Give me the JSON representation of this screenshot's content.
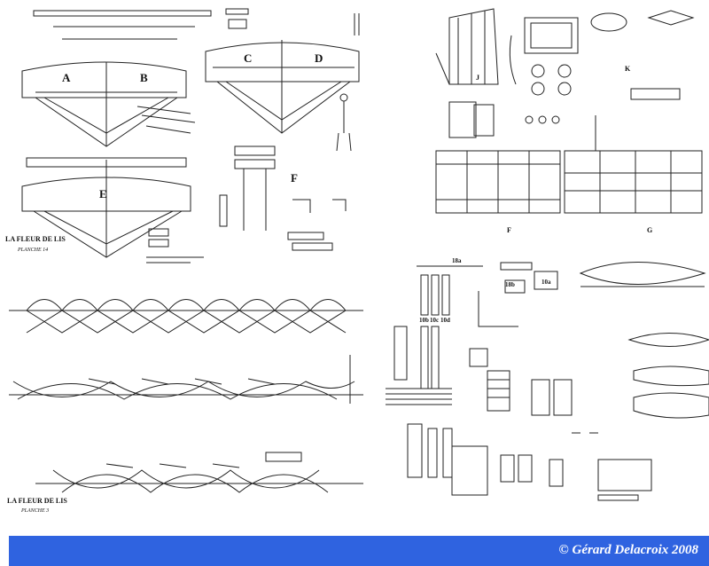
{
  "plate_14": {
    "title": "LA FLEUR DE LIS",
    "subtitle": "PLANCHE 14",
    "part_labels": [
      "A",
      "B",
      "C",
      "D",
      "E",
      "F"
    ]
  },
  "plate_3": {
    "title": "LA FLEUR DE LIS",
    "subtitle": "PLANCHE 3"
  },
  "plate_right_top": {
    "part_labels": [
      "J",
      "K",
      "F",
      "G"
    ]
  },
  "plate_right_bottom": {
    "part_labels": [
      "18a",
      "18b",
      "10a",
      "10b",
      "10c",
      "10d"
    ]
  },
  "footer": {
    "copyright": "© Gérard Delacroix 2008",
    "bar_color": "#2f63e0"
  }
}
